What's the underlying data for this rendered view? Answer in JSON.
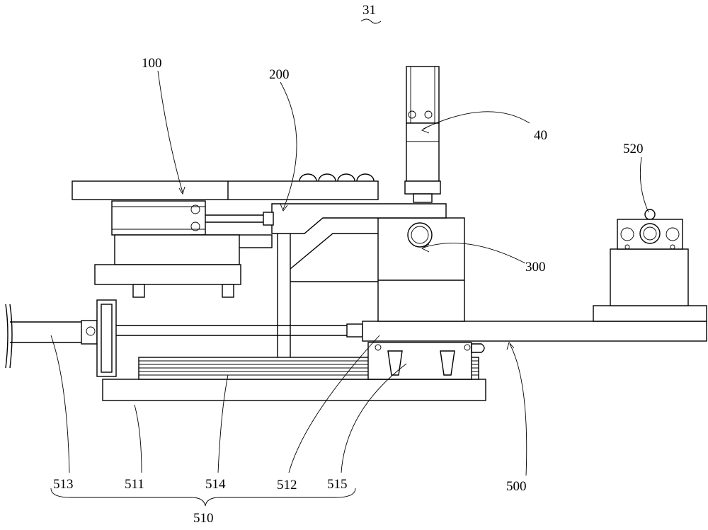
{
  "figure_number": "31",
  "labels": {
    "l100": "100",
    "l200": "200",
    "l40": "40",
    "l520": "520",
    "l300": "300",
    "l500": "500",
    "l513": "513",
    "l511": "511",
    "l514": "514",
    "l512": "512",
    "l515": "515",
    "l510": "510"
  }
}
